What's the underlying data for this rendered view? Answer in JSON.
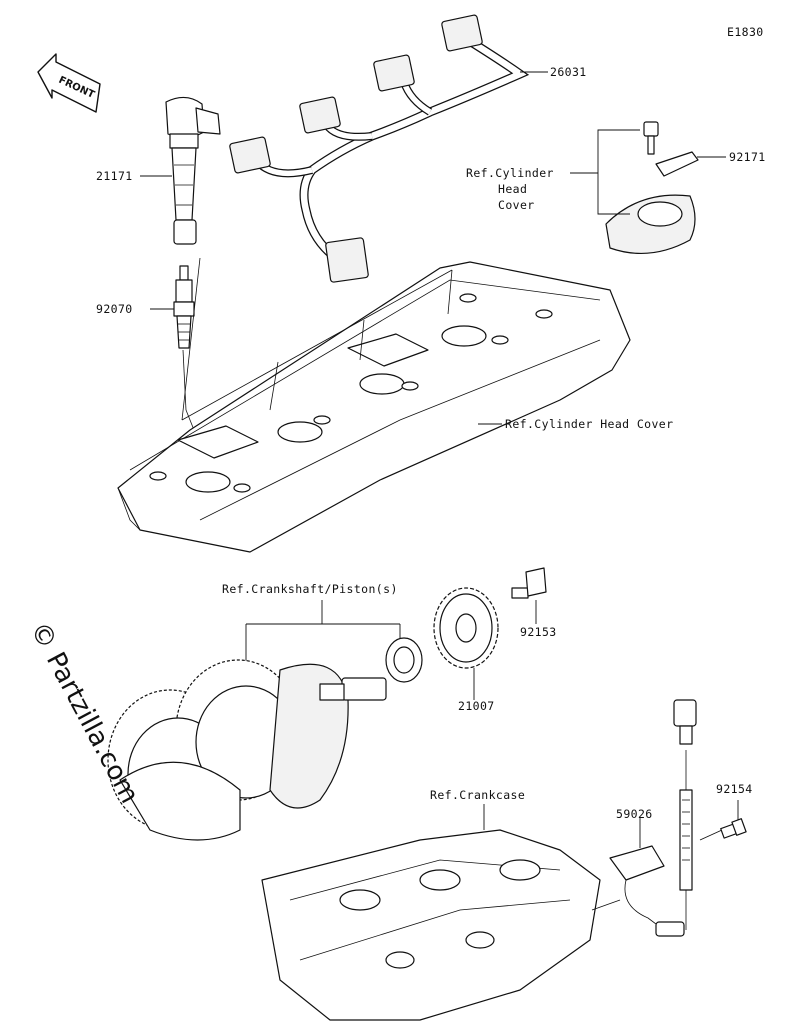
{
  "diagram_code": "E1830",
  "front_label": "FRONT",
  "watermark": "© Partzilla.com",
  "parts": {
    "p21171_coil": "21171",
    "p92070_plug": "92070",
    "p26031_harness": "26031",
    "p92171_bracket": "92171",
    "p92153_bolt": "92153",
    "p21007_rotor": "21007",
    "p59026_sensor": "59026",
    "p92154_screw": "92154"
  },
  "refs": {
    "cyl_head_cover_small": [
      "Ref.Cylinder",
      "Head",
      "Cover"
    ],
    "cyl_head_cover": "Ref.Cylinder Head Cover",
    "crankshaft": "Ref.Crankshaft/Piston(s)",
    "crankcase": "Ref.Crankcase"
  }
}
